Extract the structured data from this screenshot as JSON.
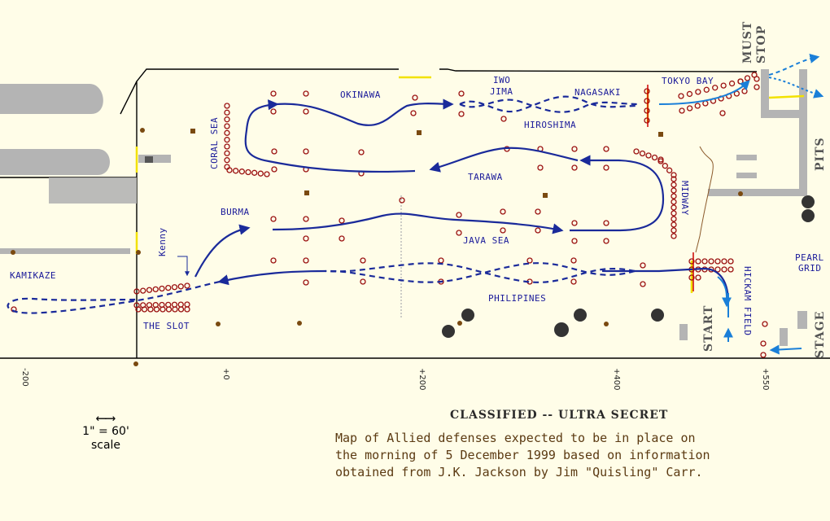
{
  "map": {
    "labels": {
      "okinawa": "OKINAWA",
      "iwo_jima_1": "IWO",
      "iwo_jima_2": "JIMA",
      "nagasaki": "NAGASAKI",
      "tokyo_bay": "TOKYO BAY",
      "hiroshima": "HIROSHIMA",
      "coral_sea": "CORAL SEA",
      "tarawa": "TARAWA",
      "midway": "MIDWAY",
      "burma": "BURMA",
      "java_sea": "JAVA SEA",
      "kenny": "Kenny",
      "kamikaze": "KAMIKAZE",
      "philipines": "PHILIPINES",
      "the_slot": "THE SLOT",
      "hickam_field": "HICKAM FIELD",
      "pearl_grid_1": "PEARL",
      "pearl_grid_2": "GRID",
      "must_stop_1": "MUST",
      "must_stop_2": "STOP",
      "pits": "PITS",
      "start": "START",
      "stage": "STAGE"
    },
    "ticks": [
      "-200",
      "+0",
      "+200",
      "+400",
      "+550"
    ],
    "colors": {
      "background": "#fffde8",
      "route": "#1a2a9a",
      "cone": "#9a1010",
      "wall": "#999999",
      "pit_lane": "#1a7fd8",
      "label": "#1a1a9a"
    }
  },
  "scale": {
    "arrow": "⟵⟶",
    "label_1": "1\" = 60'",
    "label_2": "scale"
  },
  "classified": "CLASSIFIED -- ULTRA SECRET",
  "caption": [
    "Map of Allied defenses expected to be in place on",
    "the morning of 5 December 1999 based on information",
    "obtained from J.K. Jackson by Jim \"Quisling\" Carr."
  ]
}
